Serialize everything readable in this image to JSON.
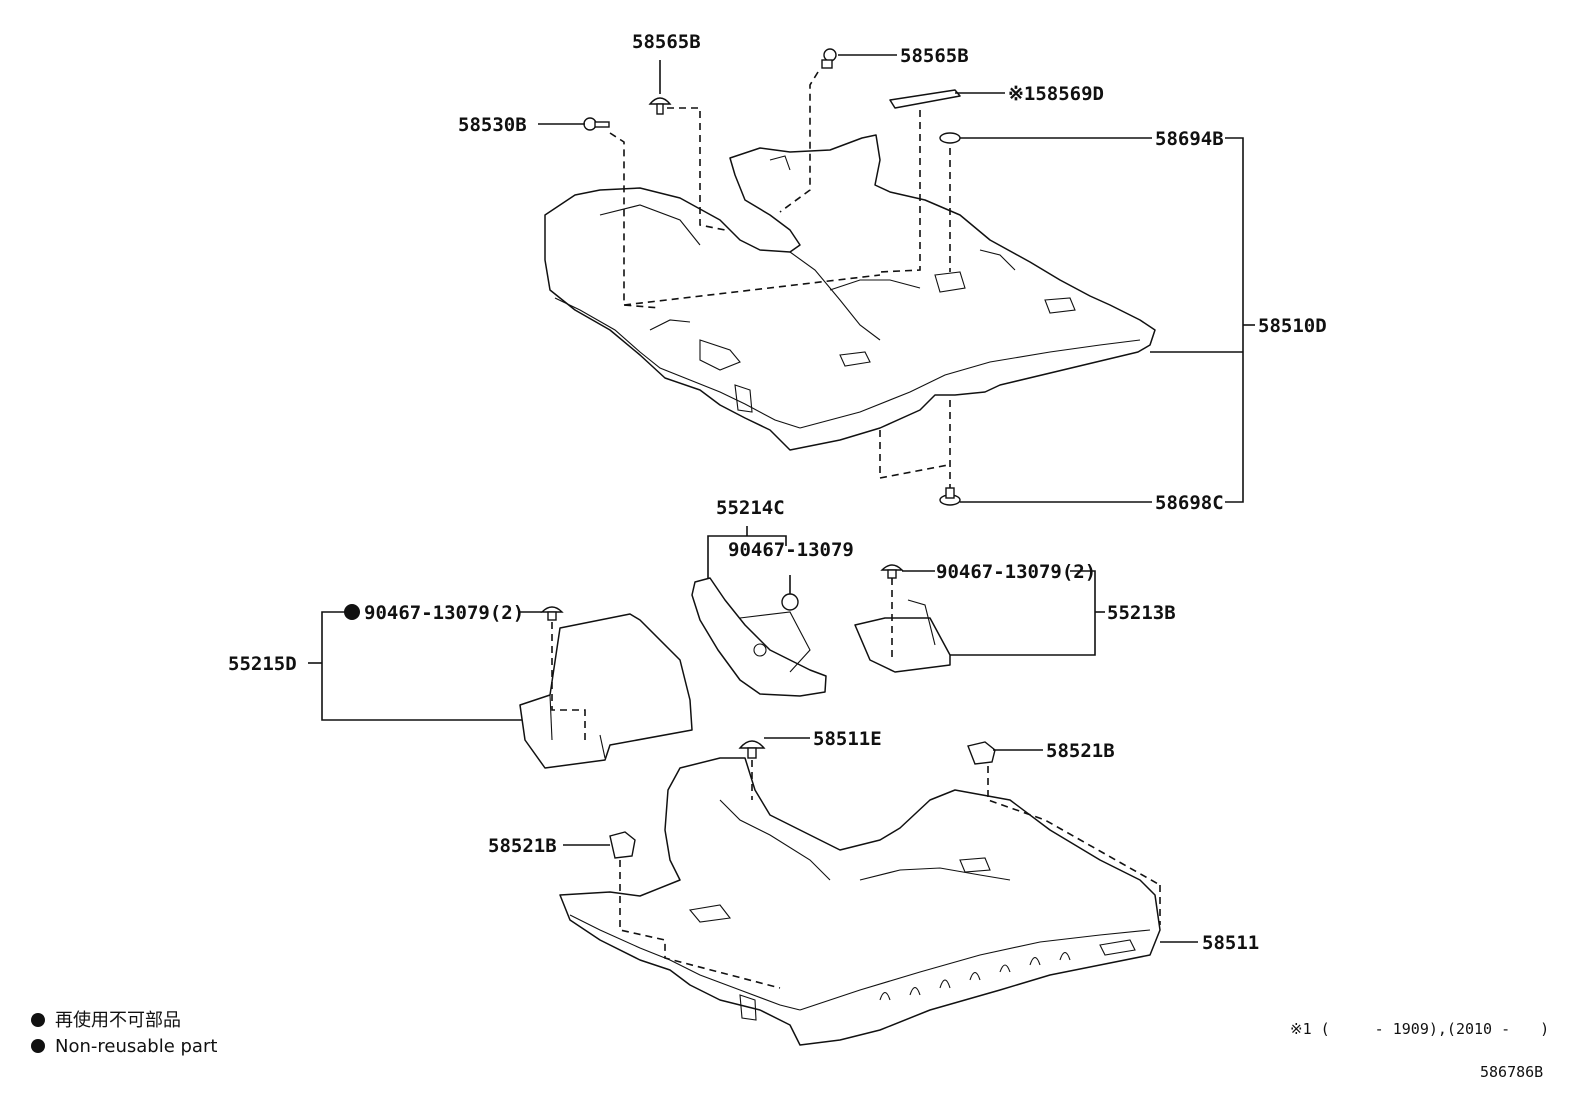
{
  "labels": {
    "p58565B_top": "58565B",
    "p58565B_right": "58565B",
    "p58530B": "58530B",
    "p58569D": "※158569D",
    "p58694B": "58694B",
    "p58510D": "58510D",
    "p58698C": "58698C",
    "p55214C": "55214C",
    "p90467_mid": "90467-13079",
    "p90467_right": "90467-13079(2)",
    "p55213B": "55213B",
    "p90467_left": "90467-13079(2)",
    "p55215D": "55215D",
    "p58511E": "58511E",
    "p58521B_right": "58521B",
    "p58521B_left": "58521B",
    "p58511": "58511"
  },
  "legend": {
    "non_reusable_jp": "再使用不可部品",
    "non_reusable_en": "Non-reusable part"
  },
  "note": {
    "text": "※1 (　　　- 1909),(2010 -　　)"
  },
  "figure_id": "586786B",
  "colors": {
    "ink": "#111111",
    "paper": "#ffffff"
  },
  "icons": {
    "non_reusable_marker": "filled-circle"
  }
}
